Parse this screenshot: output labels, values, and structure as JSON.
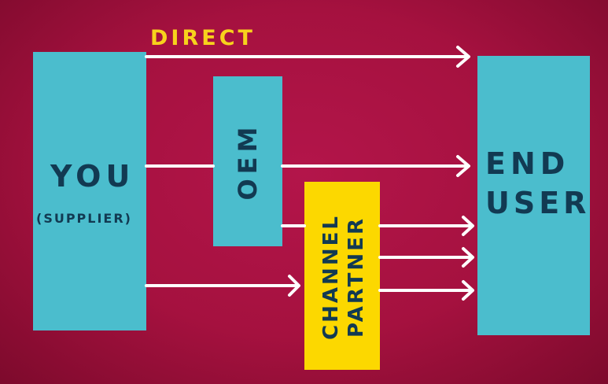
{
  "labels": {
    "direct": "DIRECT",
    "you": "YOU",
    "supplier": "(SUPPLIER)",
    "oem": "OEM",
    "channel": "CHANNEL",
    "partner": "PARTNER",
    "end": "END",
    "user": "USER"
  },
  "colors": {
    "background": "#a5113f",
    "box_teal": "#4bbdcd",
    "box_yellow": "#fcd800",
    "text_dark": "#123a52",
    "direct_label": "#f7d21c",
    "arrow": "#ffffff"
  },
  "arrows": [
    {
      "from": "you",
      "to": "end-user",
      "label": "DIRECT"
    },
    {
      "from": "you",
      "to": "oem"
    },
    {
      "from": "oem",
      "to": "end-user"
    },
    {
      "from": "you",
      "to": "channel-partner"
    },
    {
      "from": "oem",
      "to": "channel-partner"
    },
    {
      "from": "channel-partner",
      "to": "end-user"
    },
    {
      "from": "channel-partner",
      "to": "end-user"
    },
    {
      "from": "channel-partner",
      "to": "end-user"
    }
  ]
}
